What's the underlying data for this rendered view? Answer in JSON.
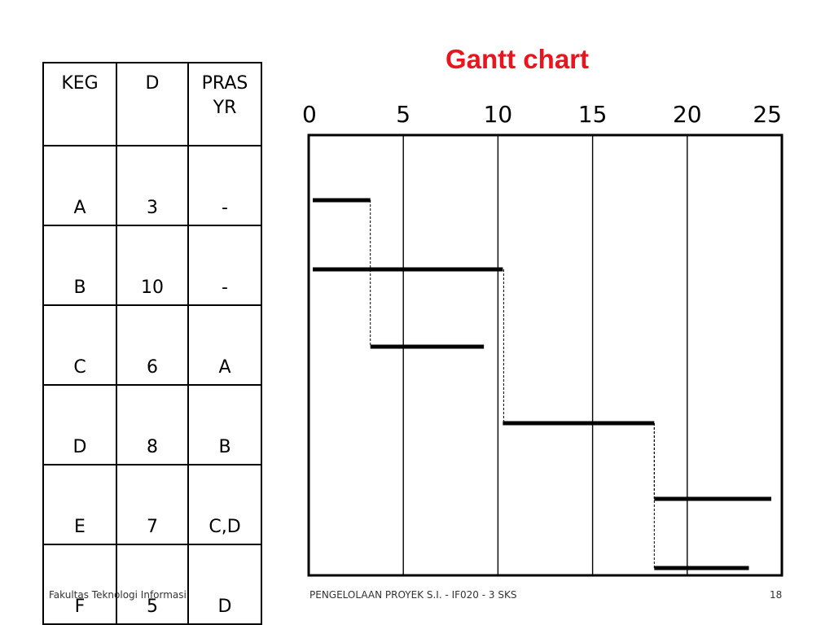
{
  "slide": {
    "title": "Gantt chart",
    "footer_left": "Fakultas Teknologi Informasi",
    "footer_center": "PENGELOLAAN PROYEK S.I. - IF020 - 3 SKS",
    "page_number": "18"
  },
  "table": {
    "headers": [
      "KEG",
      "D",
      "PRAS\nYR"
    ],
    "rows": [
      [
        "A",
        "3",
        "-"
      ],
      [
        "B",
        "10",
        "-"
      ],
      [
        "C",
        "6",
        "A"
      ],
      [
        "D",
        "8",
        "B"
      ],
      [
        "E",
        "7",
        "C,D"
      ],
      [
        "F",
        "5",
        "D"
      ]
    ]
  },
  "chart_data": {
    "type": "gantt",
    "title": "Gantt chart",
    "x_ticks": [
      0,
      5,
      10,
      15,
      20,
      25
    ],
    "xlim": [
      0,
      25
    ],
    "tasks": [
      {
        "name": "A",
        "start": 0,
        "end": 3
      },
      {
        "name": "B",
        "start": 0,
        "end": 10
      },
      {
        "name": "C",
        "start": 3,
        "end": 9
      },
      {
        "name": "D",
        "start": 10,
        "end": 18
      },
      {
        "name": "E",
        "start": 18,
        "end": 25
      },
      {
        "name": "F",
        "start": 18,
        "end": 23
      }
    ],
    "dependencies": [
      {
        "from": "A",
        "to": "C"
      },
      {
        "from": "B",
        "to": "D"
      },
      {
        "from": "D",
        "to": "E"
      },
      {
        "from": "D",
        "to": "F"
      }
    ]
  }
}
